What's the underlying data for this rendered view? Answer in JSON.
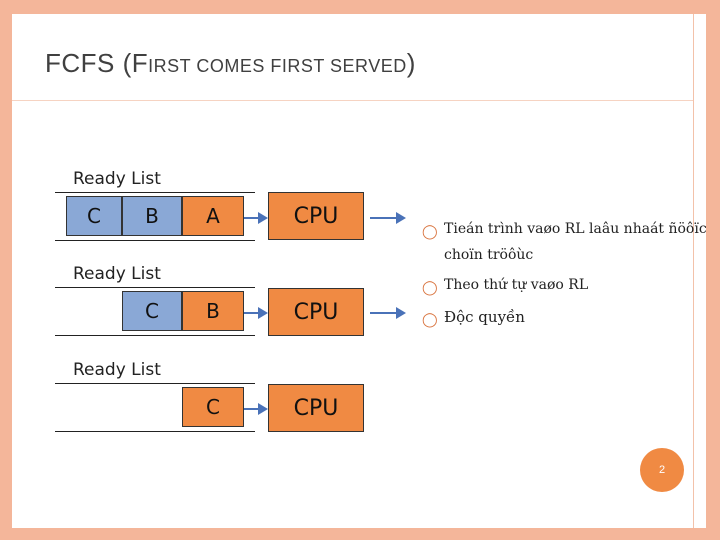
{
  "slide": {
    "title_main": "FCFS (F",
    "title_small": "IRST COMES FIRST SERVED",
    "title_end": ")"
  },
  "rows": [
    {
      "label": "Ready List",
      "cells": [
        "C",
        "B",
        "A"
      ],
      "cpu": "CPU"
    },
    {
      "label": "Ready List",
      "cells": [
        "C",
        "B"
      ],
      "cpu": "CPU"
    },
    {
      "label": "Ready List",
      "cells": [
        "C"
      ],
      "cpu": "CPU"
    }
  ],
  "bullets": [
    "Tieán trình vaøo RL laâu nhaát ñöôïc choïn tröôùc",
    "Theo thứ tự vaøo RL",
    "Độc quyền"
  ],
  "page_number": "2",
  "colors": {
    "frame": "#f4b69a",
    "accent_orange": "#f08a43",
    "cell_blue": "#8aa8d6",
    "arrow_blue": "#4a72b8"
  },
  "icons": {
    "bullet": "ring-bullet-icon"
  }
}
